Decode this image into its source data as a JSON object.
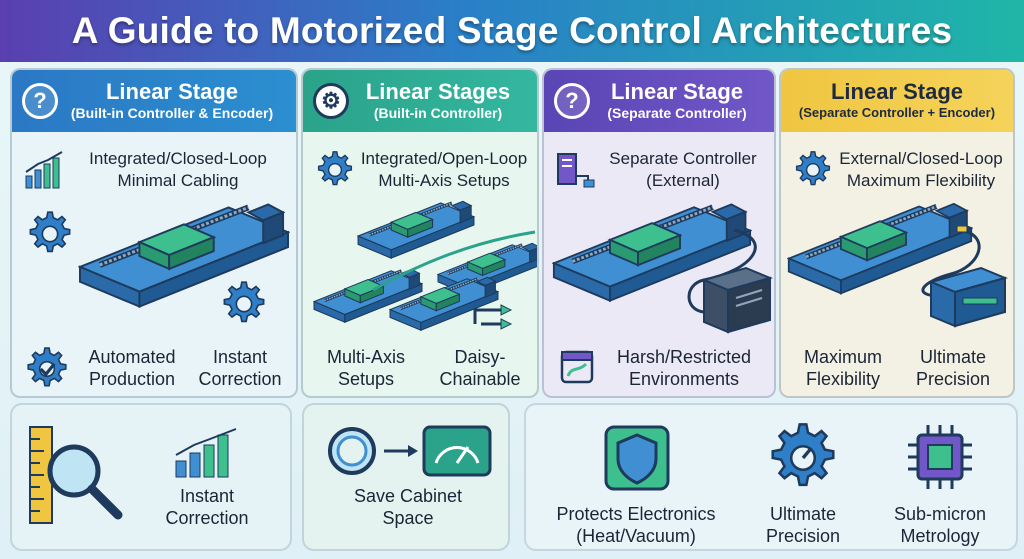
{
  "title": "A Guide to Motorized Stage Control Architectures",
  "columns": [
    {
      "icon": "question-icon",
      "title": "Linear Stage",
      "subtitle": "(Built-in Controller & Encoder)",
      "feature_line1": "Integrated/Closed-Loop",
      "feature_line2": "Minimal Cabling",
      "labels": [
        {
          "line1": "Automated",
          "line2": "Production"
        },
        {
          "line1": "Instant",
          "line2": "Correction"
        }
      ]
    },
    {
      "icon": "gear-icon",
      "title": "Linear Stages",
      "subtitle": "(Built-in Controller)",
      "feature_line1": "Integrated/Open-Loop",
      "feature_line2": "Multi-Axis Setups",
      "labels": [
        {
          "line1": "Multi-Axis",
          "line2": "Setups"
        },
        {
          "line1": "Daisy-",
          "line2": "Chainable"
        }
      ]
    },
    {
      "icon": "question-icon",
      "title": "Linear Stage",
      "subtitle": "(Separate Controller)",
      "feature_line1": "Separate Controller",
      "feature_line2": "(External)",
      "labels": [
        {
          "line1": "Harsh/Restricted",
          "line2": "Environments"
        }
      ]
    },
    {
      "icon": "gear-icon",
      "title": "Linear Stage",
      "subtitle": "(Separate Controller + Encoder)",
      "feature_line1": "External/Closed-Loop",
      "feature_line2": "Maximum Flexibility",
      "labels": [
        {
          "line1": "Maximum",
          "line2": "Flexibility"
        },
        {
          "line1": "Ultimate",
          "line2": "Precision"
        }
      ]
    }
  ],
  "lower": {
    "panel1": {
      "line1": "Instant",
      "line2": "Correction"
    },
    "panel2": {
      "line1": "Save Cabinet",
      "line2": "Space"
    },
    "panel3": [
      {
        "line1": "Protects Electronics",
        "line2": "(Heat/Vacuum)"
      },
      {
        "line1": "Ultimate",
        "line2": "Precision"
      },
      {
        "line1": "Sub-micron",
        "line2": "Metrology"
      }
    ]
  },
  "colors": {
    "blue_header": "#2b78c4",
    "green_header": "#2aa38a",
    "purple_header": "#5a45b4",
    "yellow_header": "#f0c640",
    "stage_body": "#3f8fd2",
    "stage_carriage": "#3dbf8e"
  }
}
